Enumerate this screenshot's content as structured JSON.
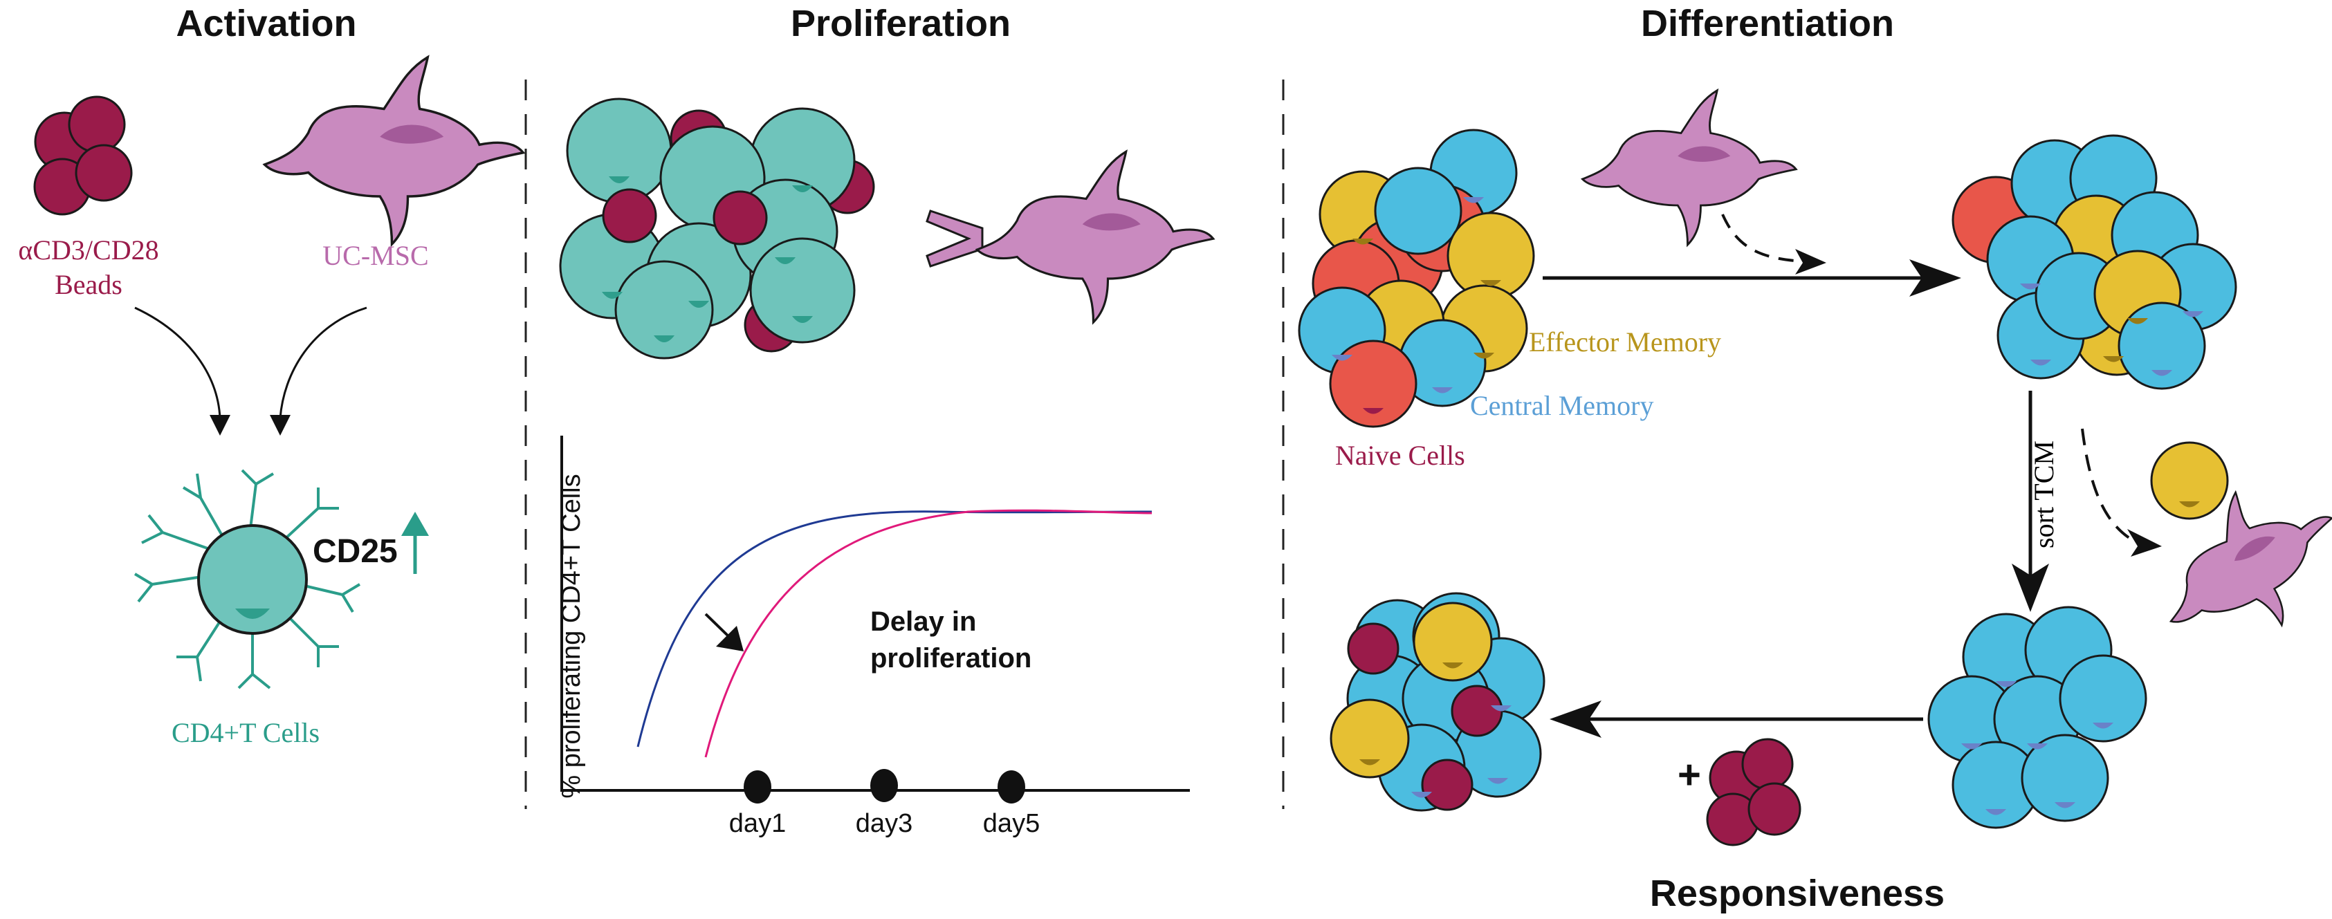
{
  "colors": {
    "bead": "#9a1b4a",
    "msc": "#c98abf",
    "msc_nucleus": "#a35a99",
    "cd4": "#6fc4bb",
    "cd4_nucleus": "#2f9e8c",
    "cd4_label": "#2a9d8a",
    "naive": "#e8564a",
    "central_memory": "#4cbde0",
    "effector_memory": "#e6c033",
    "effector_text": "#b8951c",
    "central_text": "#5b9fd6",
    "naive_text": "#9a1b4a",
    "curve_control": "#1f3a93",
    "curve_msc": "#e0197a"
  },
  "activation": {
    "title": "Activation",
    "beads_label_line1": "αCD3/CD28",
    "beads_label_line2": "Beads",
    "msc_label": "UC-MSC",
    "cd25_label": "CD25",
    "cd4_label": "CD4+T Cells"
  },
  "proliferation": {
    "title": "Proliferation",
    "delay_line1": "Delay in",
    "delay_line2": "proliferation"
  },
  "differentiation": {
    "title": "Differentiation",
    "effector_label": "Effector Memory",
    "central_label": "Central Memory",
    "naive_label": "Naive Cells",
    "sort_label": "sort TCM",
    "responsiveness": "Responsiveness",
    "plus": "+"
  },
  "chart_data": {
    "type": "line",
    "title": "",
    "ylabel": "% proliferating CD4+T Cells",
    "xlabel": "",
    "x_ticks": [
      "day1",
      "day3",
      "day5"
    ],
    "series": [
      {
        "color": "#1f3a93",
        "shape": "saturating curve, earlier rise"
      },
      {
        "color": "#e0197a",
        "shape": "saturating curve, delayed rise"
      }
    ],
    "annotation": "Delay in proliferation"
  }
}
